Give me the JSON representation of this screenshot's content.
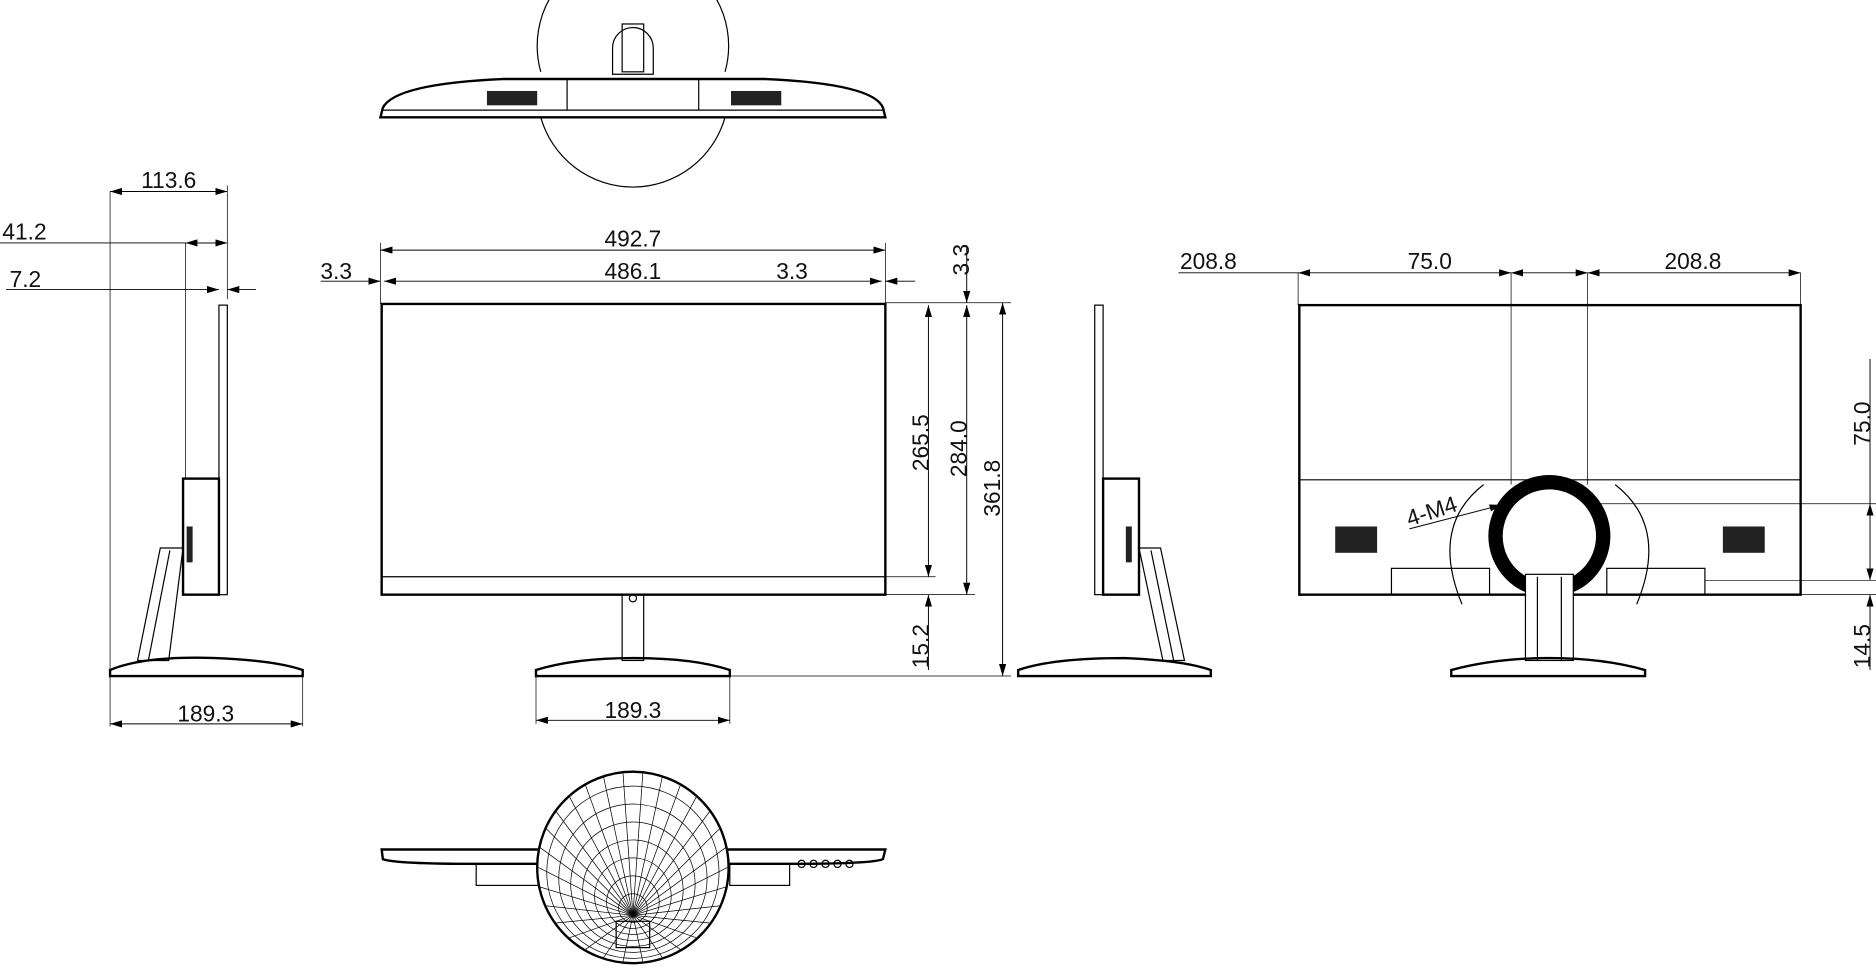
{
  "drawing": {
    "title": "Monitor dimension drawing",
    "line_color": "#000000",
    "background": "#ffffff",
    "side_view": {
      "depth_total": "113.6",
      "depth_body": "41.2",
      "depth_panel": "7.2",
      "base_width": "189.3"
    },
    "front_view": {
      "overall_width": "492.7",
      "panel_width": "486.1",
      "left_bezel": "3.3",
      "right_bezel": "3.3",
      "top_bezel": "3.3",
      "active_height": "265.5",
      "panel_height": "284.0",
      "overall_height": "361.8",
      "clearance": "15.2",
      "base_width": "189.3"
    },
    "rear_view": {
      "left_offset": "208.8",
      "vesa_horizontal": "75.0",
      "right_offset": "208.8",
      "vesa_vertical": "75.0",
      "bottom_offset": "14.5",
      "screw_note": "4-M4"
    }
  }
}
